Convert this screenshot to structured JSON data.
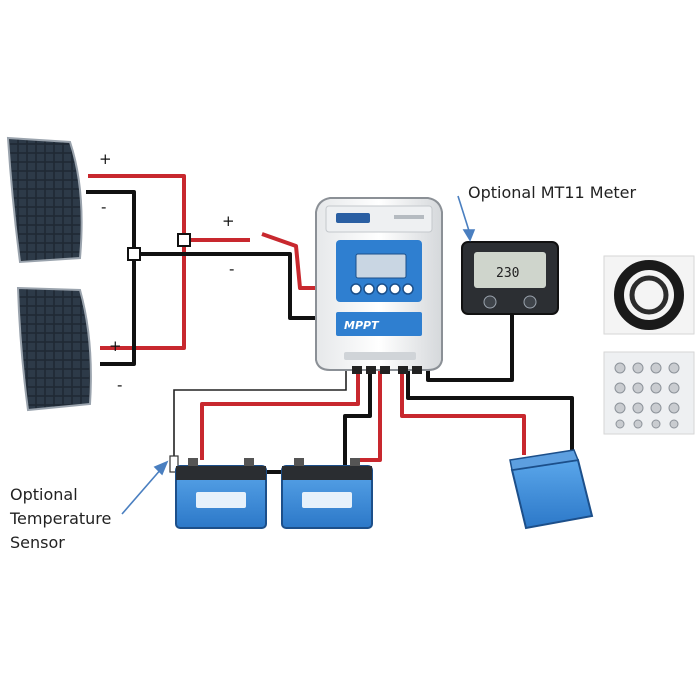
{
  "labels": {
    "meter": "Optional MT11 Meter",
    "sensor_line1": "Optional",
    "sensor_line2": "Temperature",
    "sensor_line3": "Sensor"
  },
  "polarity": {
    "panel1_pos": "+",
    "panel1_neg": "-",
    "panel2_pos": "+",
    "panel2_neg": "-",
    "array_pos": "+",
    "array_neg": "-"
  },
  "controller": {
    "type_label": "MPPT",
    "meter_reading": "230"
  },
  "colors": {
    "positive_wire": "#c8282e",
    "negative_wire": "#111111",
    "controller_blue": "#2f7fd0",
    "battery_blue": "#3d8fe0"
  }
}
